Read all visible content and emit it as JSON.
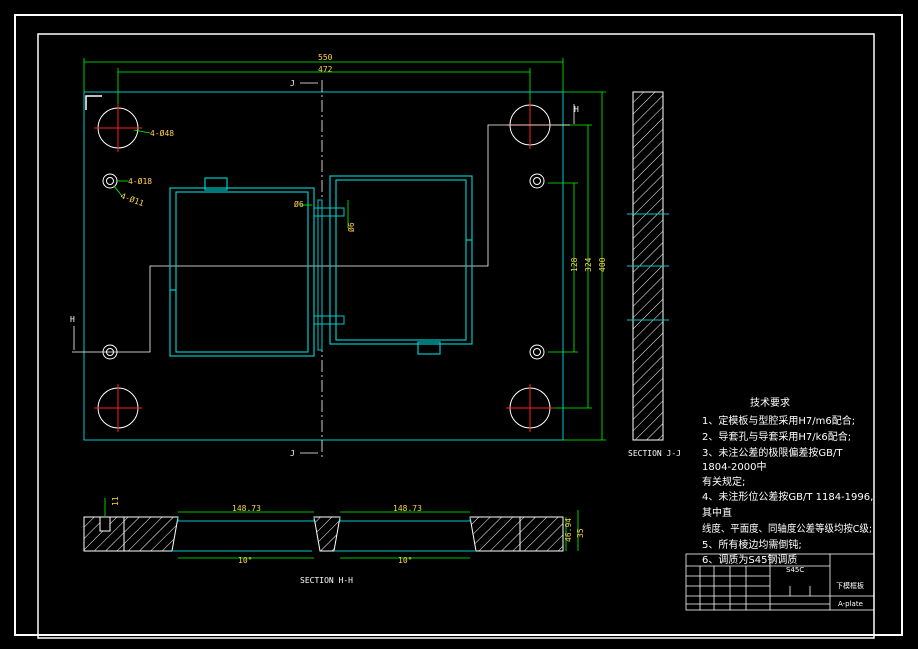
{
  "dimensions": {
    "width_550": "550",
    "width_472": "472",
    "h_128": "128",
    "h_324": "324",
    "h_400": "400",
    "hole_4_48": "4-Ø48",
    "hole_4_18": "4-Ø18",
    "hole_4_11": "4-Ø11",
    "pin_6a": "Ø6",
    "pin_6b": "Ø6",
    "pocket_left": "148.73",
    "pocket_right": "148.73",
    "angle_left": "10°",
    "angle_right": "10°",
    "depth_11": "11",
    "thk_35": "35",
    "thk_4694": "46.94"
  },
  "section_marks": {
    "j_top": "J",
    "j_bottom": "J",
    "h_left": "H",
    "h_right": "H"
  },
  "section_titles": {
    "jj": "SECTION J-J",
    "hh": "SECTION H-H"
  },
  "notes": {
    "title": "技术要求",
    "lines": [
      "1、定模板与型腔采用H7/m6配合;",
      "2、导套孔与导套采用H7/k6配合;",
      "3、未注公差的极限偏差按GB/T",
      "1804-2000中",
      "    有关规定;",
      "4、未注形位公差按GB/T 1184-1996,",
      "其中直",
      "    线度、平面度、同轴度公差等级均按C级;",
      "5、所有棱边均需倒钝;",
      "6、调质为S45钢调质"
    ]
  },
  "title_block": {
    "material": "S45C",
    "part_name": "下模框板",
    "part_code": "A-plate"
  },
  "colors": {
    "outline": "#ffffff",
    "part": "#00c8c8",
    "dimension": "#00ff00",
    "dim_text": "#ffd24a",
    "center": "#ff2020",
    "hatch": "#ffffff"
  }
}
